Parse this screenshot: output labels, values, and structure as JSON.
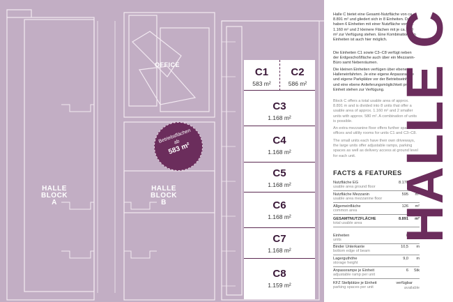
{
  "plan": {
    "office_label": "OFFICE",
    "block_a": {
      "line1": "HALLE",
      "line2": "BLOCK",
      "line3": "A"
    },
    "block_b": {
      "line1": "HALLE",
      "line2": "BLOCK",
      "line3": "B"
    },
    "badge": {
      "line1": "Betriebsflächen",
      "line2": "ab",
      "line3": "583 m²"
    },
    "units": [
      {
        "name": "C1",
        "area": "583 m²"
      },
      {
        "name": "C2",
        "area": "586 m²"
      },
      {
        "name": "C3",
        "area": "1.168 m²"
      },
      {
        "name": "C4",
        "area": "1.168 m²"
      },
      {
        "name": "C5",
        "area": "1.168 m²"
      },
      {
        "name": "C6",
        "area": "1.168 m²"
      },
      {
        "name": "C7",
        "area": "1.168 m²"
      },
      {
        "name": "C8",
        "area": "1.159 m²"
      }
    ]
  },
  "panel": {
    "title": "HALLE C",
    "p1": "Halle C bietet eine Gesamt-Nutzfläche von ca. 8.891 m² und gliedert sich in 8 Einheiten. Dabei haben 6 Einheiten mit einer Nutzfläche von ca. 1.160 m² und 2 kleinere Flächen mit je ca. 580 m² zur Verfügung stehen. Eine Kombination von Einheiten ist auch hier möglich.",
    "p2": "Die Einheiten C1 sowie C3–C8 verfügt neben der Erdgeschoßfläche auch über ein Mezzanin-Büro samt Nebenräumen.",
    "p3": "Die kleinen Einheiten verfügen über ebene Halleneinfahrten. Je eine eigene Anpassrampe und eigene Parkplätze vor der Betriebseinheit und eine ebene Anlieferungsmöglichkeit pro Einheit stehen zur Verfügung.",
    "p4": "Block C offers a total usable area of approx. 8.891 m and is divided into 8 units that offer a usable area of approx. 1.160 m² and 2 smaller units with approx. 580 m². A combination of units is possible.",
    "p5": "An extra mezzanine floor offers further space for offices and utility rooms for units C1 and C3–C8.",
    "p6": "The small units each have their own driveways, the large units offer adjustable ramps, parking spaces as well as delivery access at ground level for each unit.",
    "facts_title": "FACTS & FEATURES",
    "facts": [
      {
        "de": "Nutzfläche EG",
        "en": "usable area ground floor",
        "value": "8.170",
        "unit": "m²"
      },
      {
        "de": "Nutzfläche Mezzanin",
        "en": "usable area mezzanine floor",
        "value": "595",
        "unit": "m²"
      },
      {
        "de": "Allgemeinfläche",
        "en": "common area",
        "value": "126",
        "unit": "m²"
      },
      {
        "de": "GESAMTNUTZFLÄCHE",
        "en": "total usable area",
        "value": "8.891",
        "unit": "m²"
      },
      {
        "de": "Einheiten",
        "en": "units",
        "value": "8",
        "unit": "Stk"
      },
      {
        "de": "Binder Unterkante",
        "en": "bottom edge of beam",
        "value": "10,5",
        "unit": "m"
      },
      {
        "de": "Lagerguthöhe",
        "en": "storage height",
        "value": "9,0",
        "unit": "m"
      },
      {
        "de": "Anpassrampe je Einheit",
        "en": "adjustable ramp per unit",
        "value": "6",
        "unit": "Stk"
      },
      {
        "de": "KFZ Stellplätze je Einheit",
        "en": "parking spaces per unit",
        "value": "verfügbar",
        "unit": "available"
      }
    ]
  }
}
